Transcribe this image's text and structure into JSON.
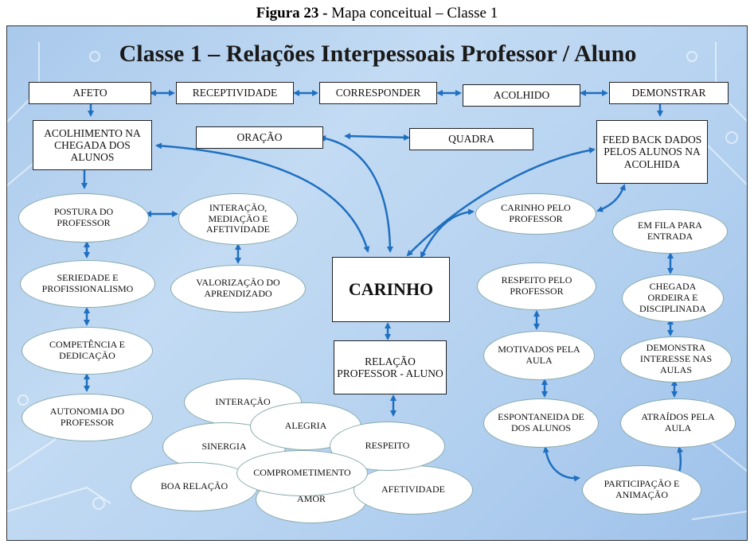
{
  "caption": {
    "label": "Figura 23 -",
    "text": "Mapa conceitual – Classe 1"
  },
  "title": "Classe 1 – Relações Interpessoais Professor / Aluno",
  "boxes": {
    "afeto": "AFETO",
    "receptividade": "RECEPTIVIDADE",
    "corresponder": "CORRESPONDER",
    "acolhido": "ACOLHIDO",
    "demonstrar": "DEMONSTRAR",
    "acolhimento": "ACOLHIMENTO NA CHEGADA DOS ALUNOS",
    "oracao": "ORAÇÃO",
    "quadra": "QUADRA",
    "feedback": "FEED BACK DADOS PELOS ALUNOS NA ACOLHIDA",
    "carinho": "CARINHO",
    "relacao": "RELAÇÃO PROFESSOR - ALUNO"
  },
  "ovals": {
    "postura": "POSTURA DO PROFESSOR",
    "interacao_med": "INTERAÇÃO, MEDIAÇÃO E AFETIVIDADE",
    "seriedade": "SERIEDADE E PROFISSIONALISMO",
    "valorizacao": "VALORIZAÇÃO DO APRENDIZADO",
    "competencia": "COMPETÊNCIA E DEDICAÇÃO",
    "autonomia": "AUTONOMIA DO PROFESSOR",
    "carinho_prof": "CARINHO PELO PROFESSOR",
    "em_fila": "EM FILA PARA ENTRADA",
    "respeito_prof": "RESPEITO PELO PROFESSOR",
    "chegada": "CHEGADA ORDEIRA E DISCIPLINADA",
    "motivados": "MOTIVADOS PELA AULA",
    "demonstra": "DEMONSTRA INTERESSE NAS AULAS",
    "espontaneidade": "ESPONTANEIDA DE DOS ALUNOS",
    "atraidos": "ATRAÍDOS PELA AULA",
    "participacao": "PARTICIPAÇÃO E ANIMAÇÃO",
    "interacao": "INTERAÇÃO",
    "alegria": "ALEGRIA",
    "sinergia": "SINERGIA",
    "respeito": "RESPEITO",
    "comprometimento": "COMPROMETIMENTO",
    "boa_relacao": "BOA RELAÇÃO",
    "afetividade": "AFETIVIDADE",
    "amor": "AMOR"
  },
  "colors": {
    "arrow": "#1f6fc0",
    "background": "#b4d1f0"
  }
}
